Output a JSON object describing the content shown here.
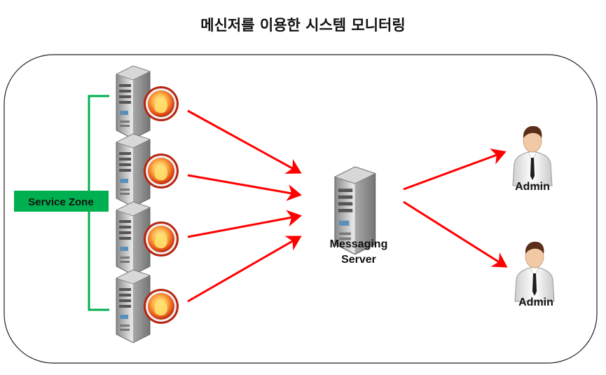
{
  "title": "메신저를 이용한 시스템 모니터링",
  "service_zone": {
    "label": "Service Zone",
    "color": "#00b050"
  },
  "service_servers": [
    {
      "icon": "server-firewall-icon"
    },
    {
      "icon": "server-firewall-icon"
    },
    {
      "icon": "server-firewall-icon"
    },
    {
      "icon": "server-firewall-icon"
    }
  ],
  "messaging_server": {
    "line1": "Messaging",
    "line2": "Server",
    "icon": "server-tower-icon"
  },
  "admins": [
    {
      "label": "Admin",
      "icon": "admin-user-icon"
    },
    {
      "label": "Admin",
      "icon": "admin-user-icon"
    }
  ],
  "arrow_color": "#ff0000"
}
